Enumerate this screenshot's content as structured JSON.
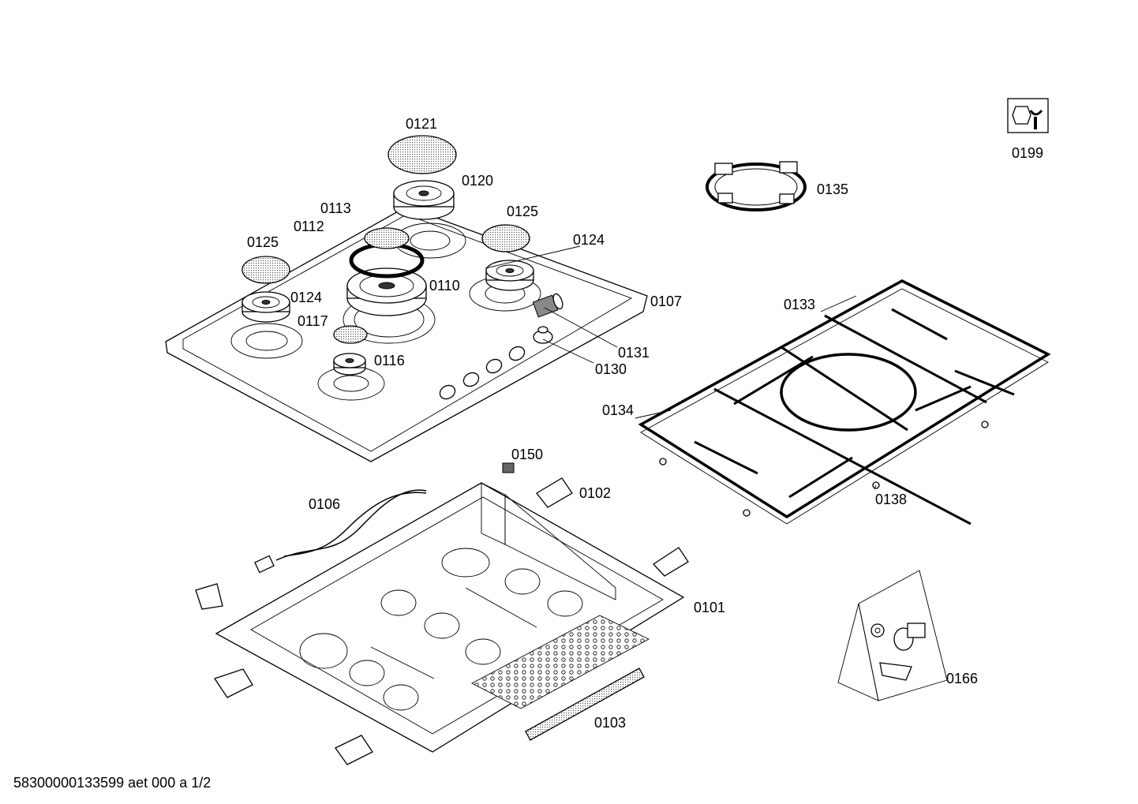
{
  "diagram": {
    "part_labels": {
      "p0121": "0121",
      "p0120": "0120",
      "p0113": "0113",
      "p0112": "0112",
      "p0125a": "0125",
      "p0125b": "0125",
      "p0124a": "0124",
      "p0124b": "0124",
      "p0110": "0110",
      "p0117": "0117",
      "p0116": "0116",
      "p0107": "0107",
      "p0131": "0131",
      "p0130": "0130",
      "p0135": "0135",
      "p0199": "0199",
      "p0133": "0133",
      "p0134": "0134",
      "p0138": "0138",
      "p0150": "0150",
      "p0106": "0106",
      "p0102": "0102",
      "p0101": "0101",
      "p0103": "0103",
      "p0166": "0166"
    },
    "footer": "58300000133599 aet 000 a 1/2"
  }
}
